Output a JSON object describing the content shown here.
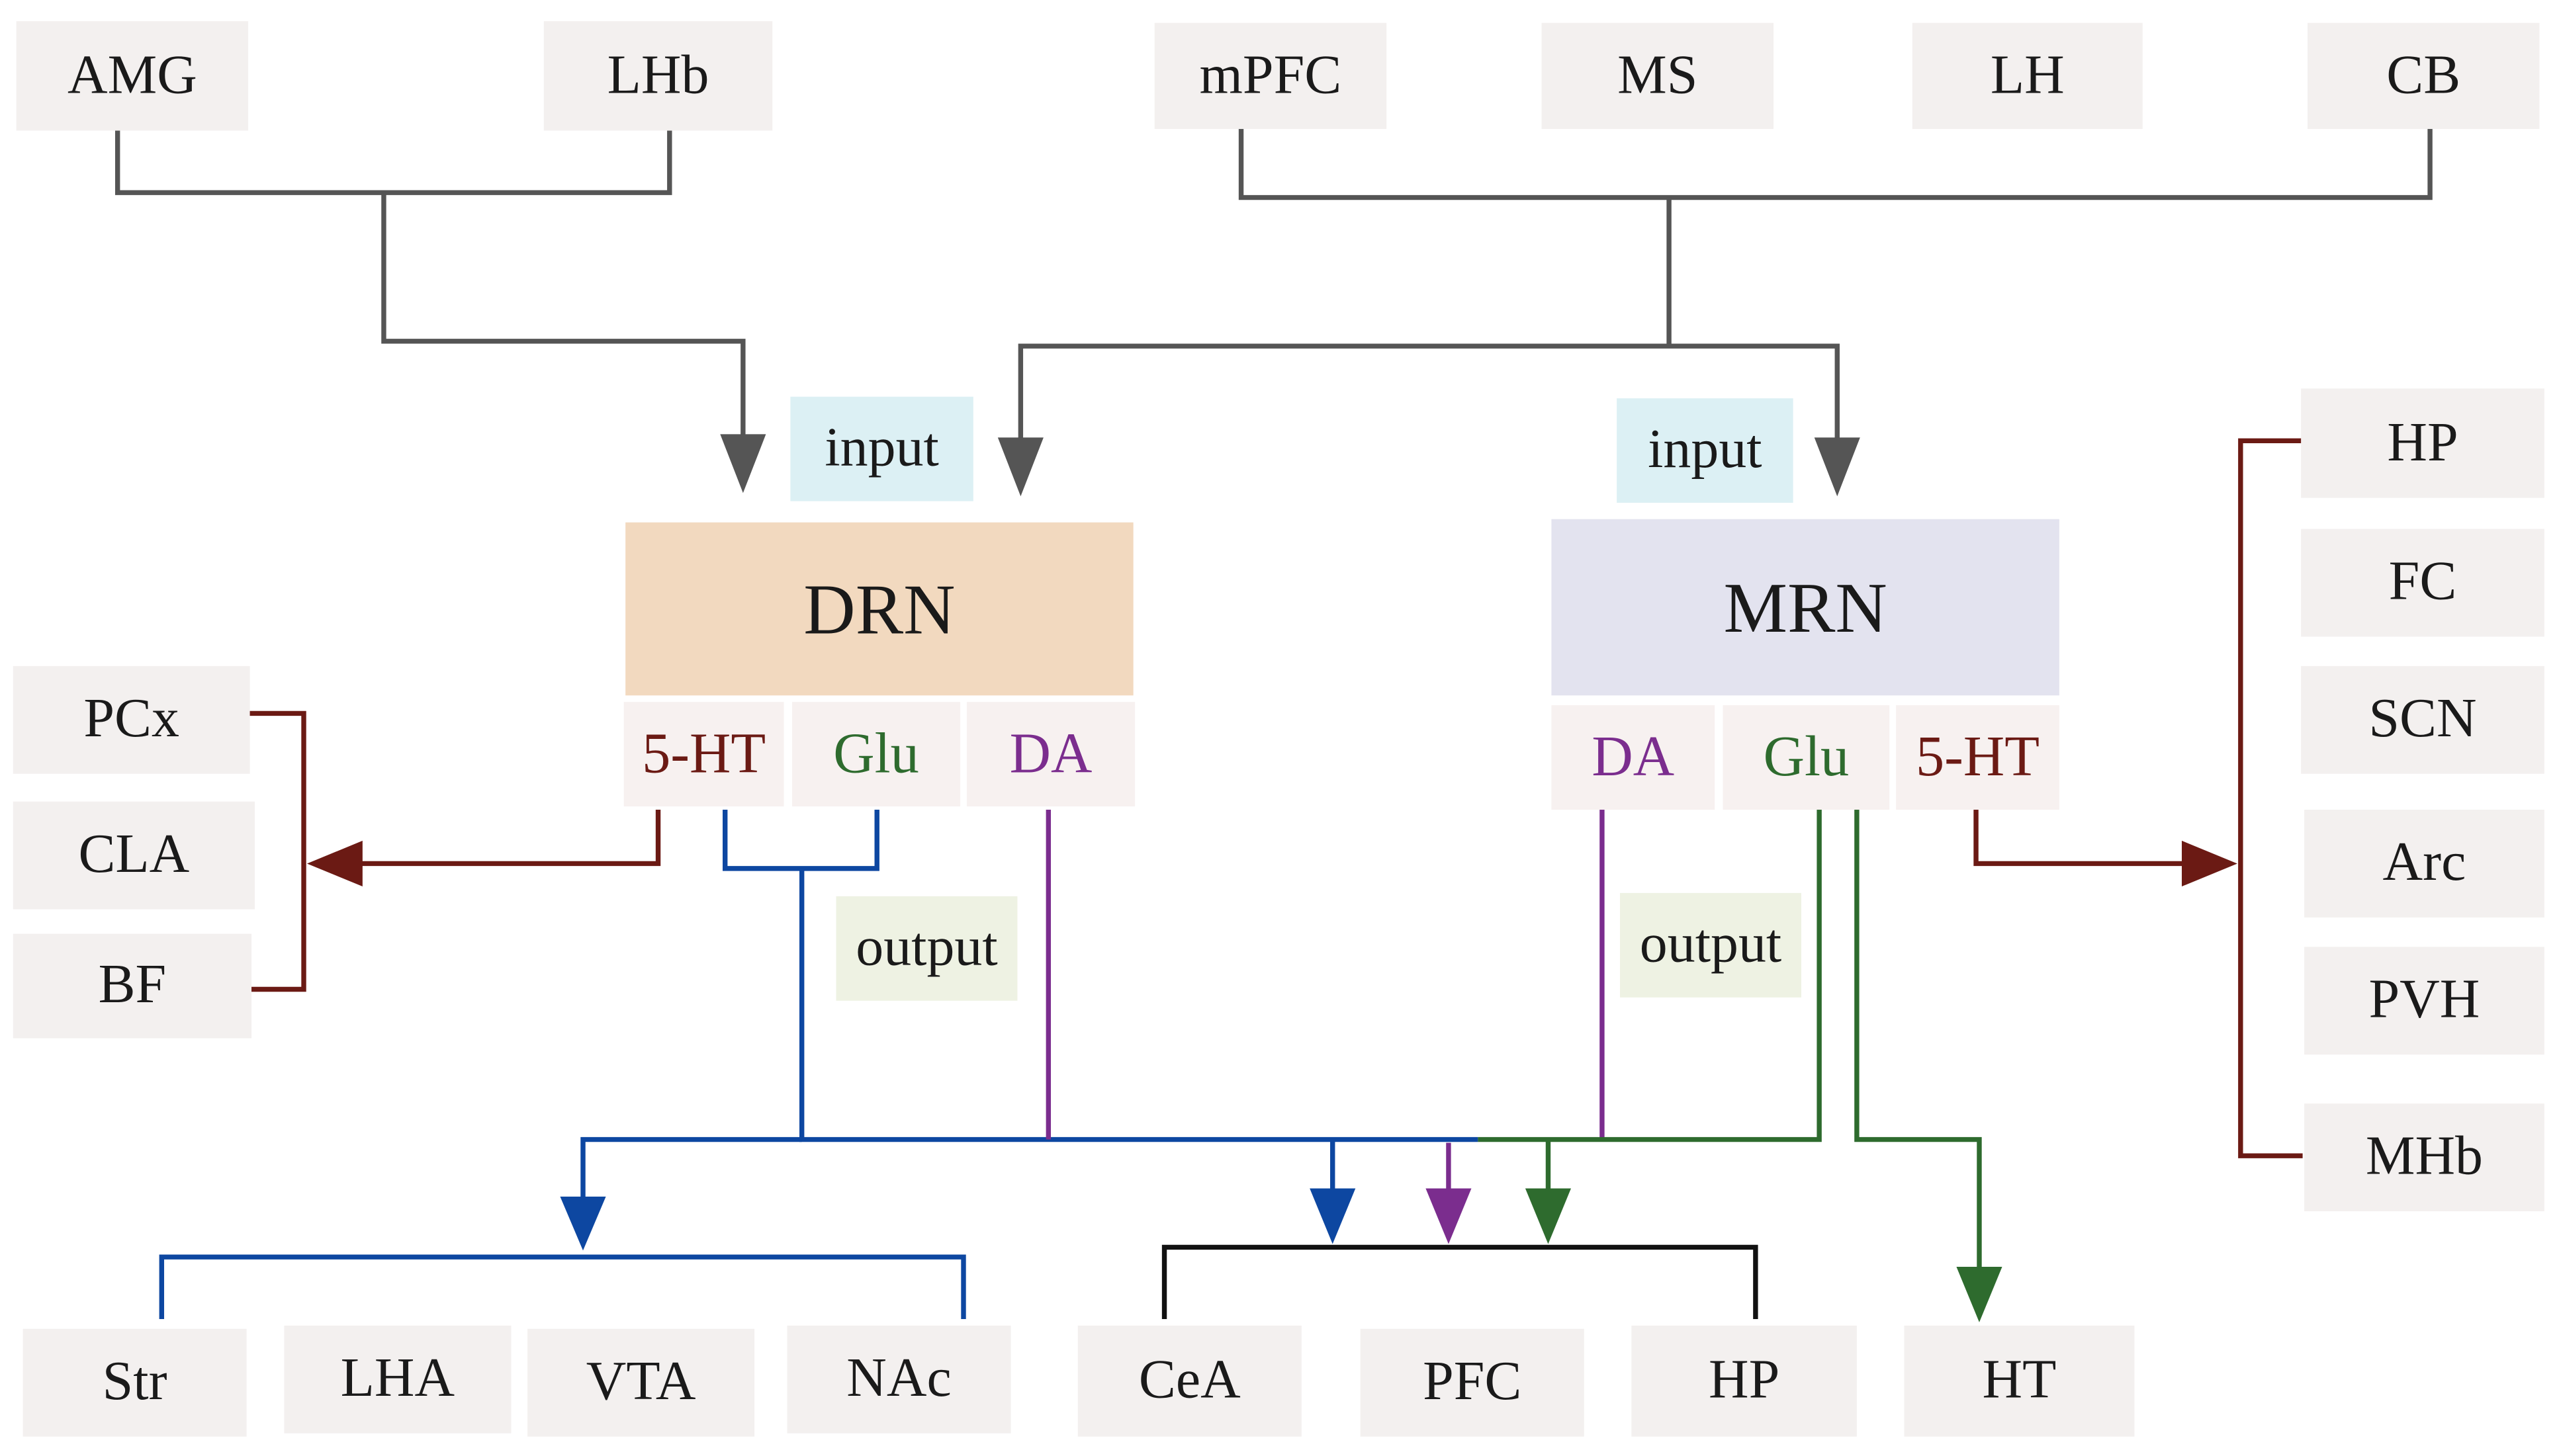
{
  "colors": {
    "gray_line": "#555555",
    "brown_5ht": "#6b1a14",
    "blue_glu_drn": "#0d47a1",
    "purple_da": "#7b2d8e",
    "green_glu": "#2e6b2e",
    "black_line": "#111111",
    "drn_fill": "#f2d9bf",
    "mrn_fill": "#e3e3ef"
  },
  "inputs_left": [
    "AMG",
    "LHb"
  ],
  "inputs_right": [
    "mPFC",
    "MS",
    "LH",
    "CB"
  ],
  "labels": {
    "input": "input",
    "output": "output"
  },
  "drn": {
    "name": "DRN",
    "subtypes": [
      "5-HT",
      "Glu",
      "DA"
    ]
  },
  "mrn": {
    "name": "MRN",
    "subtypes": [
      "DA",
      "Glu",
      "5-HT"
    ]
  },
  "drn_5ht_targets": [
    "PCx",
    "CLA",
    "BF"
  ],
  "mrn_5ht_targets": [
    "HP",
    "FC",
    "SCN",
    "Arc",
    "PVH",
    "MHb"
  ],
  "bottom_targets": {
    "group_a": [
      "Str",
      "LHA",
      "VTA",
      "NAc"
    ],
    "group_b": [
      "CeA",
      "PFC",
      "HP"
    ],
    "single": "HT"
  }
}
